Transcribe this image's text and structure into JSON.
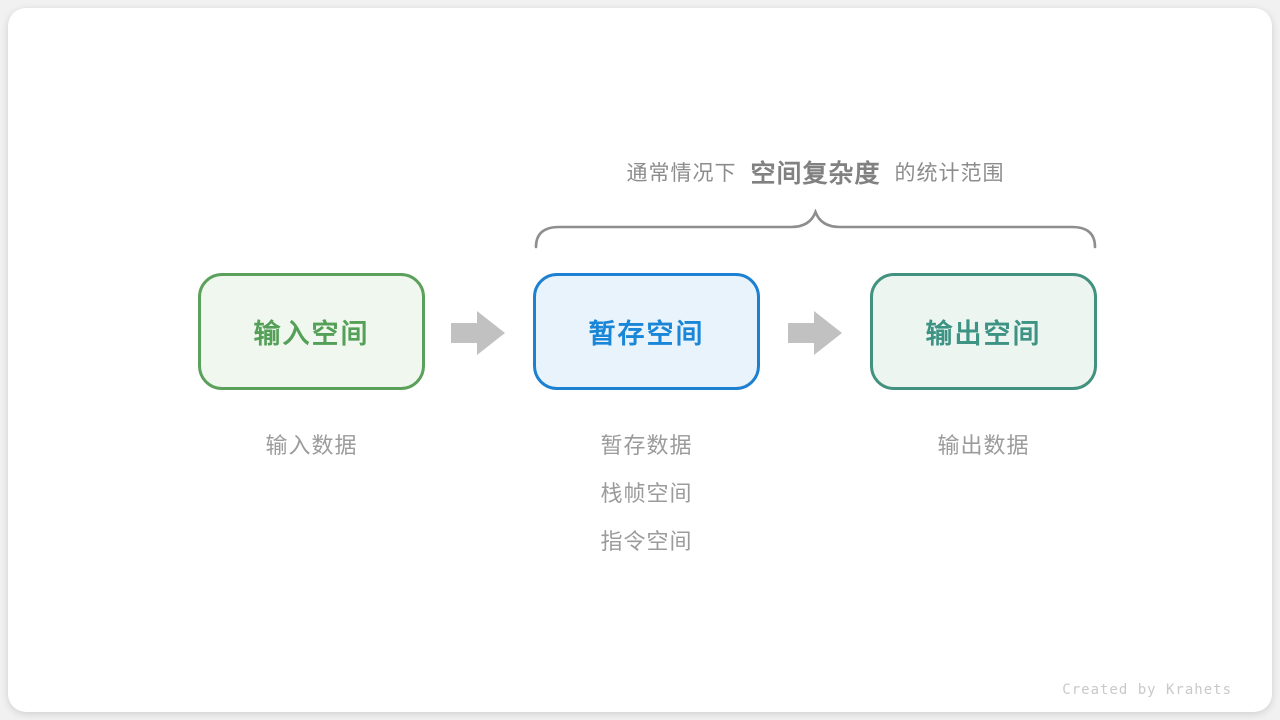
{
  "title": {
    "prefix": "通常情况下",
    "highlight": "空间复杂度",
    "suffix": "的统计范围"
  },
  "boxes": [
    {
      "label": "输入空间",
      "border_color": "#5ba15b",
      "bg_color": "#f0f7ee",
      "text_color": "#54a058"
    },
    {
      "label": "暂存空间",
      "border_color": "#1e80d0",
      "bg_color": "#e9f3fb",
      "text_color": "#1a86d8"
    },
    {
      "label": "输出空间",
      "border_color": "#43917f",
      "bg_color": "#edf5f1",
      "text_color": "#3d9384"
    }
  ],
  "annotations": {
    "input": [
      "输入数据"
    ],
    "temp": [
      "暂存数据",
      "栈帧空间",
      "指令空间"
    ],
    "output": [
      "输出数据"
    ]
  },
  "credit": "Created by Krahets",
  "colors": {
    "brace_stroke": "#8e8e8e",
    "arrow_fill": "#c1c1c1",
    "title_text": "#8c8c8c",
    "note_text": "#9b9b9b",
    "credit_text": "#c9c9c9",
    "card_bg": "#ffffff",
    "page_bg": "#f1f1f1"
  }
}
